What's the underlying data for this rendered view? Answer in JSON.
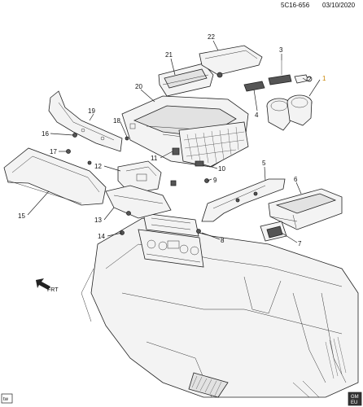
{
  "header": {
    "code": "5C16-656",
    "date": "03/10/2020"
  },
  "footer": {
    "left_badge": "tw",
    "right_badge_top": "GM",
    "right_badge_bottom": "EU"
  },
  "front_indicator": "FRT",
  "callouts": [
    {
      "id": "1",
      "text": "1"
    },
    {
      "id": "2",
      "text": "2"
    },
    {
      "id": "3",
      "text": "3"
    },
    {
      "id": "4",
      "text": "4"
    },
    {
      "id": "5",
      "text": "5"
    },
    {
      "id": "6",
      "text": "6"
    },
    {
      "id": "7",
      "text": "7"
    },
    {
      "id": "8",
      "text": "8"
    },
    {
      "id": "9",
      "text": "9"
    },
    {
      "id": "10",
      "text": "10"
    },
    {
      "id": "11",
      "text": "11"
    },
    {
      "id": "12",
      "text": "12"
    },
    {
      "id": "13",
      "text": "13"
    },
    {
      "id": "14",
      "text": "14"
    },
    {
      "id": "15",
      "text": "15"
    },
    {
      "id": "16",
      "text": "16"
    },
    {
      "id": "17",
      "text": "17"
    },
    {
      "id": "18",
      "text": "18"
    },
    {
      "id": "19",
      "text": "19"
    },
    {
      "id": "20",
      "text": "20"
    },
    {
      "id": "21",
      "text": "21"
    },
    {
      "id": "22",
      "text": "22"
    }
  ],
  "colors": {
    "callout_1": "#e8a317",
    "line": "#222222"
  }
}
